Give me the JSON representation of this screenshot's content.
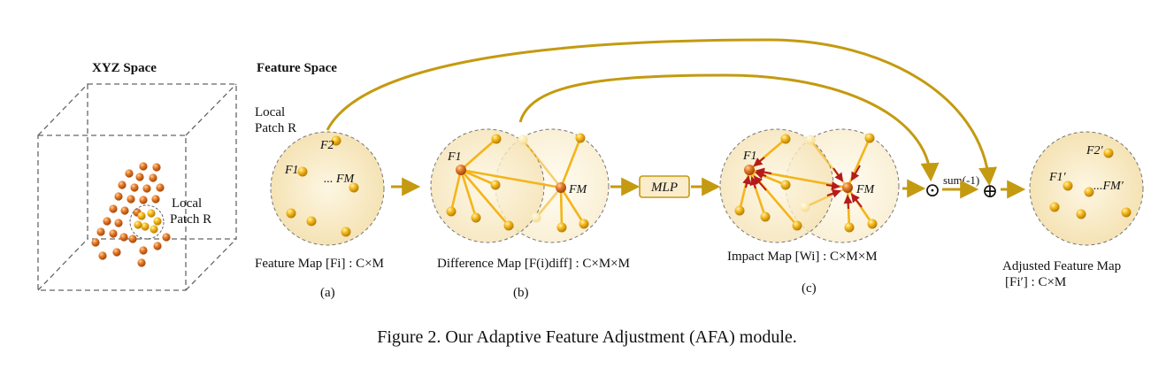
{
  "xyz": {
    "title": "XYZ Space",
    "patch_label_line1": "Local",
    "patch_label_line2": "Patch R"
  },
  "feature_space": {
    "title": "Feature Space",
    "patch_label_line1": "Local",
    "patch_label_line2": "Patch R"
  },
  "panel_a": {
    "f2": "F2",
    "f1": "F1",
    "fm": "... FM",
    "label": "Feature Map  [Fi] : C×M",
    "tag": "(a)"
  },
  "panel_b": {
    "f1": "F1",
    "fm": "FM",
    "label": "Difference Map [F(i)diff] : C×M×M",
    "tag": "(b)"
  },
  "mlp": {
    "label": "MLP"
  },
  "panel_c": {
    "f1": "F1",
    "fm": "FM",
    "label": "Impact Map [Wi] : C×M×M",
    "tag": "(c)"
  },
  "ops": {
    "hadamard": "⊙",
    "sum": "sum(-1)",
    "plus": "⊕"
  },
  "panel_d": {
    "f2": "F2′",
    "f1": "F1′",
    "fm": "...FM′",
    "label_line1": "Adjusted Feature Map",
    "label_line2": "[Fi′] : C×M"
  },
  "caption": "Figure 2. Our Adaptive Feature Adjustment (AFA) module.",
  "colors": {
    "accent_gold": "#c49a10",
    "region_fill": "#f6e6bd",
    "mlp_fill": "#fbeccb",
    "edge_yellow": "#f3b51a",
    "arrow_red": "#b51b1b",
    "point_orange": "#e07b25",
    "point_yellow": "#f0a810"
  }
}
